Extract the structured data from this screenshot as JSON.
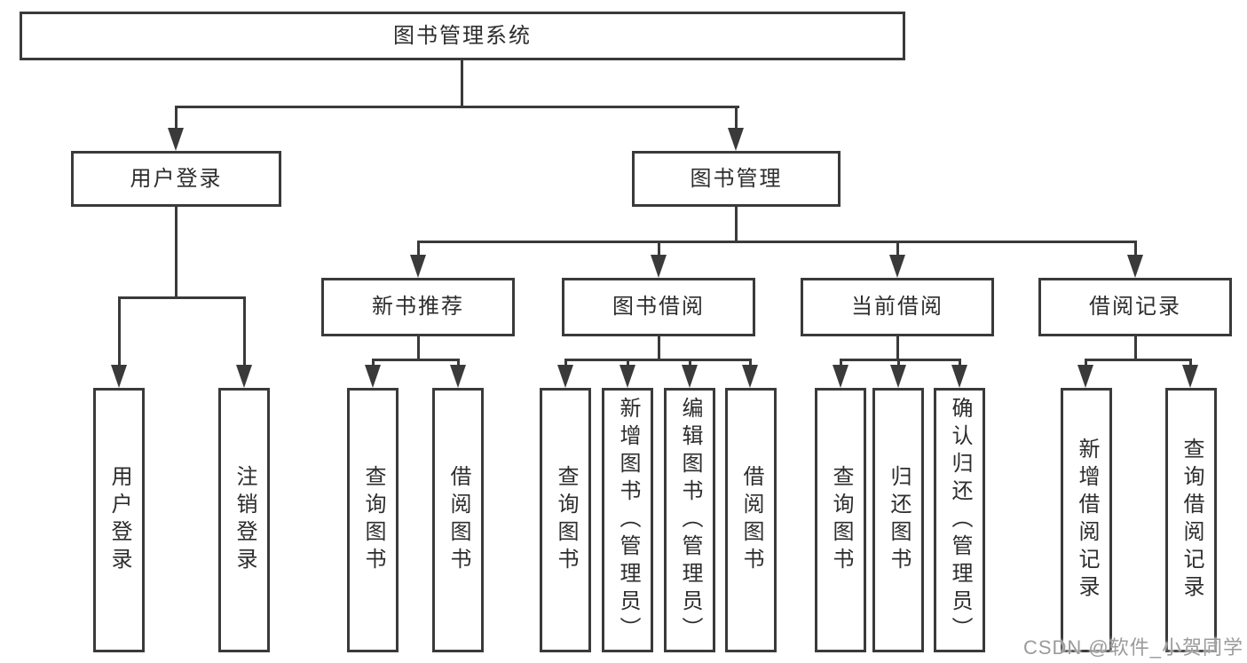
{
  "page": {
    "background": "#ffffff"
  },
  "colors": {
    "line": "#3a3a3a",
    "box_border": "#3a3a3a",
    "text": "#2d2d2d",
    "watermark": "#9b9b9b"
  },
  "watermark": {
    "text": "CSDN @软件_小贺同学"
  },
  "tree": {
    "root": {
      "label": "图书管理系统"
    },
    "branches": [
      {
        "label": "用户登录",
        "children": [
          {
            "label": "用户登录"
          },
          {
            "label": "注销登录"
          }
        ]
      },
      {
        "label": "图书管理",
        "children": [
          {
            "label": "新书推荐",
            "children": [
              {
                "label": "查询图书"
              },
              {
                "label": "借阅图书"
              }
            ]
          },
          {
            "label": "图书借阅",
            "children": [
              {
                "label": "查询图书"
              },
              {
                "label": "新增图书（管理员）"
              },
              {
                "label": "编辑图书（管理员）"
              },
              {
                "label": "借阅图书"
              }
            ]
          },
          {
            "label": "当前借阅",
            "children": [
              {
                "label": "查询图书"
              },
              {
                "label": "归还图书"
              },
              {
                "label": "确认归还（管理员）"
              }
            ]
          },
          {
            "label": "借阅记录",
            "children": [
              {
                "label": "新增借阅记录"
              },
              {
                "label": "查询借阅记录"
              }
            ]
          }
        ]
      }
    ]
  }
}
